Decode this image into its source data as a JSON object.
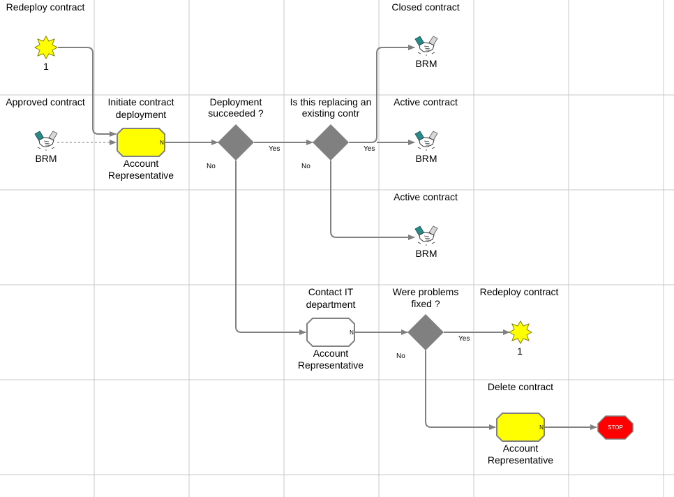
{
  "events": {
    "redeploy_start": {
      "title": "Redeploy contract",
      "number": "1"
    },
    "redeploy_end": {
      "title": "Redeploy contract",
      "number": "1"
    }
  },
  "brm": {
    "approved": {
      "title": "Approved contract",
      "label": "BRM"
    },
    "closed": {
      "title": "Closed contract",
      "label": "BRM"
    },
    "active1": {
      "title": "Active contract",
      "label": "BRM"
    },
    "active2": {
      "title": "Active contract",
      "label": "BRM"
    }
  },
  "activities": {
    "initiate": {
      "title_line1": "Initiate contract",
      "title_line2": "deployment",
      "role_line1": "Account",
      "role_line2": "Representative",
      "marker": "N",
      "color": "#ffff00"
    },
    "contact_it": {
      "title_line1": "Contact IT",
      "title_line2": "department",
      "role_line1": "Account",
      "role_line2": "Representative",
      "marker": "N",
      "color": "#ffffff"
    },
    "delete": {
      "title": "Delete contract",
      "role_line1": "Account",
      "role_line2": "Representative",
      "marker": "N",
      "color": "#ffff00"
    }
  },
  "gateways": {
    "deployment": {
      "title_line1": "Deployment",
      "title_line2": "succeeded ?",
      "yes": "Yes",
      "no": "No"
    },
    "replacing": {
      "title_line1": "Is this replacing an",
      "title_line2": "existing contr",
      "yes": "Yes",
      "no": "No"
    },
    "problems": {
      "title_line1": "Were problems",
      "title_line2": "fixed ?",
      "yes": "Yes",
      "no": "No"
    }
  },
  "stop": {
    "label": "STOP",
    "color": "#ff0000"
  },
  "colors": {
    "gateway": "#808080",
    "connector": "#808080",
    "event": "#ffff00",
    "grid": "#c8c8c8"
  }
}
